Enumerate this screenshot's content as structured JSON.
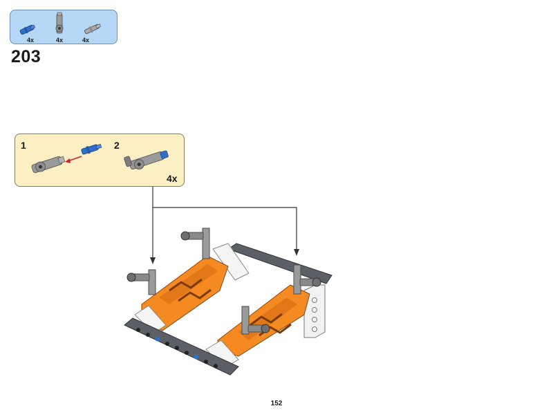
{
  "parts_list": {
    "items": [
      {
        "icon": "blue-axle-pin-icon",
        "qty": "4x",
        "color": "#2f6fc9"
      },
      {
        "icon": "gray-axle-connector-icon",
        "qty": "4x",
        "color": "#8c8c8c"
      },
      {
        "icon": "gray-axle-pin-icon",
        "qty": "4x",
        "color": "#9a9a9a"
      }
    ]
  },
  "step": {
    "number": "203"
  },
  "substep": {
    "steps": [
      {
        "number": "1"
      },
      {
        "number": "2"
      }
    ],
    "multiplier": "4x"
  },
  "colors": {
    "parts_box_bg": "#b5d8f7",
    "substep_box_bg": "#fcefc4",
    "orange": "#f58a22",
    "gray_beam": "#5c6066",
    "white_beam": "#f2f2f2",
    "arrow_red": "#d0202a"
  },
  "page": {
    "number": "152"
  }
}
